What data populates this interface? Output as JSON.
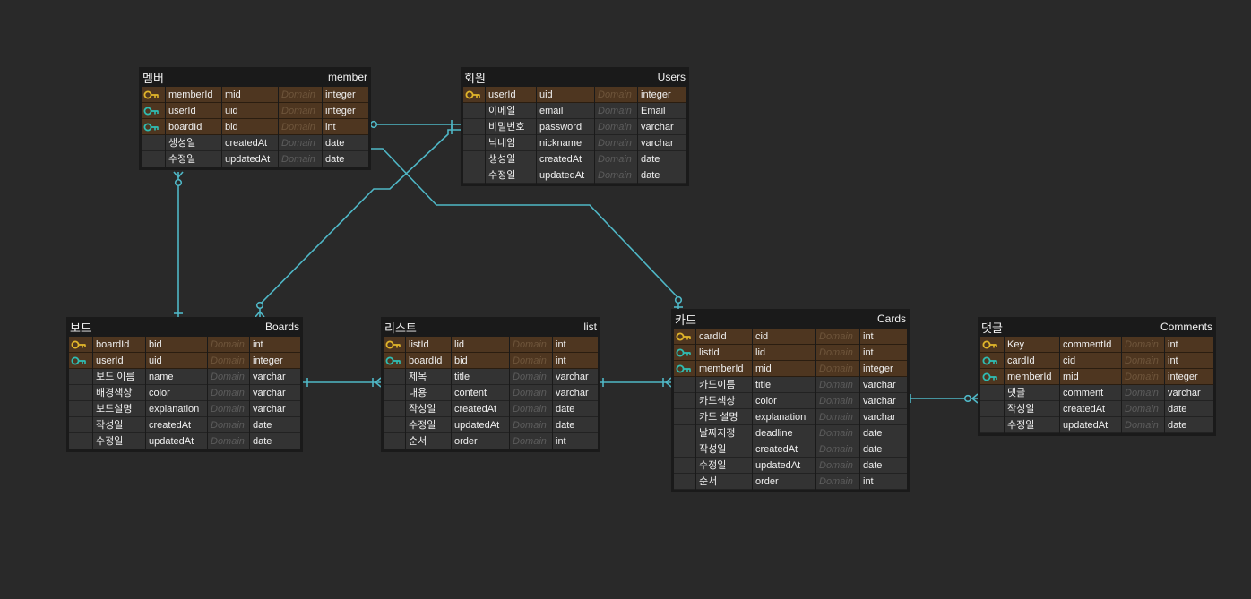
{
  "colors": {
    "background": "#292929",
    "table_bg": "#1a1a1a",
    "key_row": "#4e3620",
    "plain_row": "#333333",
    "primary_key_icon": "#e0b52a",
    "foreign_key_icon": "#2fbdb3",
    "relation_line": "#4fb7c6",
    "domain_text": "#5c5c5c"
  },
  "tables": [
    {
      "id": "member",
      "title_ko": "멤버",
      "title_en": "member",
      "rows": [
        {
          "key": "pk",
          "logical": "memberId",
          "physical": "mid",
          "domain": "Domain",
          "type": "integer"
        },
        {
          "key": "fk",
          "logical": "userId",
          "physical": "uid",
          "domain": "Domain",
          "type": "integer"
        },
        {
          "key": "fk",
          "logical": "boardId",
          "physical": "bid",
          "domain": "Domain",
          "type": "int"
        },
        {
          "key": "",
          "logical": "생성일",
          "physical": "createdAt",
          "domain": "Domain",
          "type": "date"
        },
        {
          "key": "",
          "logical": "수정일",
          "physical": "updatedAt",
          "domain": "Domain",
          "type": "date"
        }
      ]
    },
    {
      "id": "users",
      "title_ko": "회원",
      "title_en": "Users",
      "rows": [
        {
          "key": "pk",
          "logical": "userId",
          "physical": "uid",
          "domain": "Domain",
          "type": "integer"
        },
        {
          "key": "",
          "logical": "이메일",
          "physical": "email",
          "domain": "Domain",
          "type": "Email"
        },
        {
          "key": "",
          "logical": "비밀번호",
          "physical": "password",
          "domain": "Domain",
          "type": "varchar"
        },
        {
          "key": "",
          "logical": "닉네임",
          "physical": "nickname",
          "domain": "Domain",
          "type": "varchar"
        },
        {
          "key": "",
          "logical": "생성일",
          "physical": "createdAt",
          "domain": "Domain",
          "type": "date"
        },
        {
          "key": "",
          "logical": "수정일",
          "physical": "updatedAt",
          "domain": "Domain",
          "type": "date"
        }
      ]
    },
    {
      "id": "boards",
      "title_ko": "보드",
      "title_en": "Boards",
      "rows": [
        {
          "key": "pk",
          "logical": "boardId",
          "physical": "bid",
          "domain": "Domain",
          "type": "int"
        },
        {
          "key": "fk",
          "logical": "userId",
          "physical": "uid",
          "domain": "Domain",
          "type": "integer"
        },
        {
          "key": "",
          "logical": "보드 이름",
          "physical": "name",
          "domain": "Domain",
          "type": "varchar"
        },
        {
          "key": "",
          "logical": "배경색상",
          "physical": "color",
          "domain": "Domain",
          "type": "varchar"
        },
        {
          "key": "",
          "logical": "보드설명",
          "physical": "explanation",
          "domain": "Domain",
          "type": "varchar"
        },
        {
          "key": "",
          "logical": "작성일",
          "physical": "createdAt",
          "domain": "Domain",
          "type": "date"
        },
        {
          "key": "",
          "logical": "수정일",
          "physical": "updatedAt",
          "domain": "Domain",
          "type": "date"
        }
      ]
    },
    {
      "id": "list",
      "title_ko": "리스트",
      "title_en": "list",
      "rows": [
        {
          "key": "pk",
          "logical": "listId",
          "physical": "lid",
          "domain": "Domain",
          "type": "int"
        },
        {
          "key": "fk",
          "logical": "boardId",
          "physical": "bid",
          "domain": "Domain",
          "type": "int"
        },
        {
          "key": "",
          "logical": "제목",
          "physical": "title",
          "domain": "Domain",
          "type": "varchar"
        },
        {
          "key": "",
          "logical": "내용",
          "physical": "content",
          "domain": "Domain",
          "type": "varchar"
        },
        {
          "key": "",
          "logical": "작성일",
          "physical": "createdAt",
          "domain": "Domain",
          "type": "date"
        },
        {
          "key": "",
          "logical": "수정일",
          "physical": "updatedAt",
          "domain": "Domain",
          "type": "date"
        },
        {
          "key": "",
          "logical": "순서",
          "physical": "order",
          "domain": "Domain",
          "type": "int"
        }
      ]
    },
    {
      "id": "cards",
      "title_ko": "카드",
      "title_en": "Cards",
      "rows": [
        {
          "key": "pk",
          "logical": "cardId",
          "physical": "cid",
          "domain": "Domain",
          "type": "int"
        },
        {
          "key": "fk",
          "logical": "listId",
          "physical": "lid",
          "domain": "Domain",
          "type": "int"
        },
        {
          "key": "fk",
          "logical": "memberId",
          "physical": "mid",
          "domain": "Domain",
          "type": "integer"
        },
        {
          "key": "",
          "logical": "카드이름",
          "physical": "title",
          "domain": "Domain",
          "type": "varchar"
        },
        {
          "key": "",
          "logical": "카드색상",
          "physical": "color",
          "domain": "Domain",
          "type": "varchar"
        },
        {
          "key": "",
          "logical": "카드 설명",
          "physical": "explanation",
          "domain": "Domain",
          "type": "varchar"
        },
        {
          "key": "",
          "logical": "날짜지정",
          "physical": "deadline",
          "domain": "Domain",
          "type": "date"
        },
        {
          "key": "",
          "logical": "작성일",
          "physical": "createdAt",
          "domain": "Domain",
          "type": "date"
        },
        {
          "key": "",
          "logical": "수정일",
          "physical": "updatedAt",
          "domain": "Domain",
          "type": "date"
        },
        {
          "key": "",
          "logical": "순서",
          "physical": "order",
          "domain": "Domain",
          "type": "int"
        }
      ]
    },
    {
      "id": "comments",
      "title_ko": "댓글",
      "title_en": "Comments",
      "rows": [
        {
          "key": "pk",
          "logical": "Key",
          "physical": "commentId",
          "domain": "Domain",
          "type": "int"
        },
        {
          "key": "fk",
          "logical": "cardId",
          "physical": "cid",
          "domain": "Domain",
          "type": "int"
        },
        {
          "key": "fk",
          "logical": "memberId",
          "physical": "mid",
          "domain": "Domain",
          "type": "integer"
        },
        {
          "key": "",
          "logical": "댓글",
          "physical": "comment",
          "domain": "Domain",
          "type": "varchar"
        },
        {
          "key": "",
          "logical": "작성일",
          "physical": "createdAt",
          "domain": "Domain",
          "type": "date"
        },
        {
          "key": "",
          "logical": "수정일",
          "physical": "updatedAt",
          "domain": "Domain",
          "type": "date"
        }
      ]
    }
  ],
  "relationships": [
    {
      "from": "users",
      "to": "member",
      "parent_end": "one",
      "child_end": "zero-or-many"
    },
    {
      "from": "users",
      "to": "boards",
      "parent_end": "one",
      "child_end": "zero-or-many"
    },
    {
      "from": "boards",
      "to": "member",
      "parent_end": "one",
      "child_end": "zero-or-many"
    },
    {
      "from": "member",
      "to": "cards",
      "parent_end": "one",
      "child_end": "zero-or-one"
    },
    {
      "from": "boards",
      "to": "list",
      "parent_end": "one",
      "child_end": "many"
    },
    {
      "from": "list",
      "to": "cards",
      "parent_end": "one",
      "child_end": "many"
    },
    {
      "from": "cards",
      "to": "comments",
      "parent_end": "one",
      "child_end": "zero-or-many"
    }
  ]
}
